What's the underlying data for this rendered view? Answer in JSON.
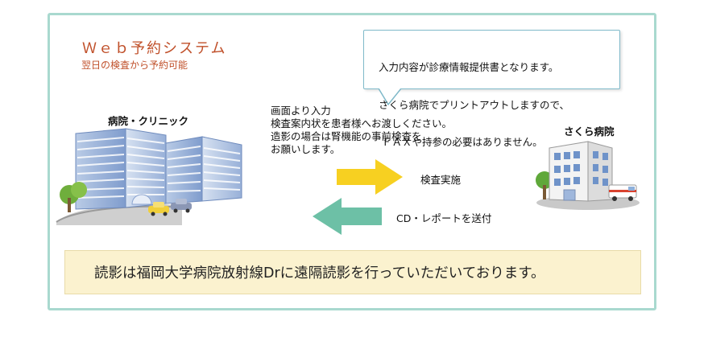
{
  "header": {
    "title": "Ｗｅｂ予約システム",
    "subtitle": "翌日の検査から予約可能"
  },
  "bubble": {
    "lines": [
      "入力内容が診療情報提供書となります。",
      "さくら病院でプリントアウトしますので、",
      "ＦＡＸや持参の必要はありません。"
    ]
  },
  "clinic": {
    "label": "病院・クリニック"
  },
  "hospital": {
    "label": "さくら病院"
  },
  "instructions": {
    "lines": [
      "画面より入力",
      "検査案内状を患者様へお渡しください。",
      "造影の場合は腎機能の事前検査を",
      "お願いします。"
    ]
  },
  "arrows": {
    "right_label": "検査実施",
    "left_label": "CD・レポートを送付",
    "right_color": "#f7d021",
    "left_color": "#6dc0a6"
  },
  "banner": {
    "text": "読影は福岡大学病院放射線Drに遠隔読影を行っていただいております。"
  },
  "colors": {
    "border": "#a9d9cf",
    "accent_text": "#c0502a",
    "banner_bg": "#fbf2cf"
  }
}
